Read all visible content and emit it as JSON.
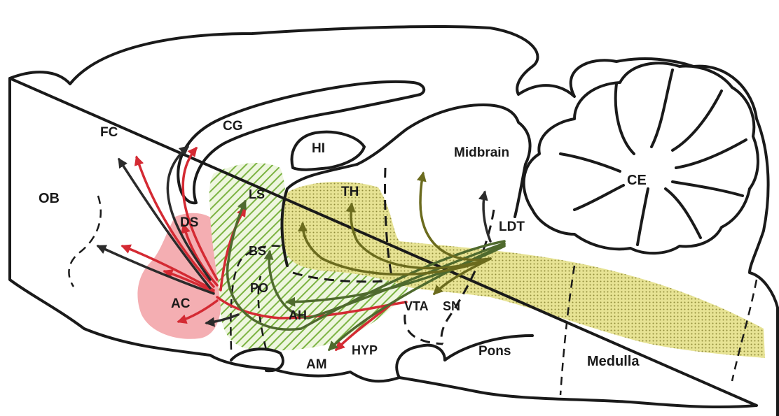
{
  "colors": {
    "outline": "#1a1a1a",
    "red_pathway": "#d42a33",
    "dark_pathway": "#2b2b2b",
    "green_pathway": "#4f6a2e",
    "olive_pathway": "#6b6b1e",
    "green_hatch": "#7cb342",
    "yellow_dots": "#c9c56a",
    "pink_region": "#f2a0a4"
  },
  "labels": {
    "ob": "OB",
    "fc": "FC",
    "cg": "CG",
    "hi": "HI",
    "th": "TH",
    "midbrain": "Midbrain",
    "ce": "CE",
    "ls": "LS",
    "ds": "DS",
    "bs": "BS",
    "po": "PO",
    "ac": "AC",
    "ah": "AH",
    "am": "AM",
    "hyp": "HYP",
    "vta": "VTA",
    "sn": "SN",
    "ldt": "LDT",
    "pons": "Pons",
    "medulla": "Medulla"
  },
  "icons": {
    "arrowhead": "arrowhead-icon"
  }
}
